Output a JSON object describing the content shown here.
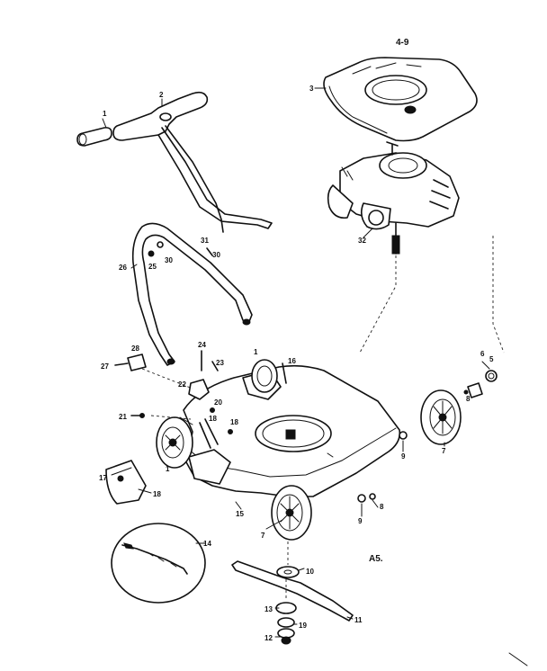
{
  "diagram": {
    "top_ref": "4-9",
    "page_code": "A5.",
    "callouts": {
      "handle_grip": "1",
      "upper_handle": "2",
      "shroud": "3",
      "engine": "32",
      "bolt_a": "31",
      "bolt_b": "30",
      "lower_handle": "26",
      "clip": "25",
      "bolt_c": "30",
      "bracket_bolt": "27",
      "bracket": "28",
      "spring": "24",
      "screw_23": "23",
      "plate_22": "22",
      "bolt_21": "21",
      "rear_wheel_top": "1",
      "adjuster": "16",
      "front_stud": "18",
      "deck_bolt": "18",
      "link_20": "20",
      "wheel_left": "1",
      "door_17": "17",
      "door_18": "18",
      "deck": "15",
      "blade_inset": "14",
      "wheel_front": "7",
      "washer_8": "8",
      "nut_9": "9",
      "nut_9b": "9",
      "washer_8b": "8",
      "wheel_right": "7",
      "cap_5": "5",
      "axle_6": "6",
      "adapter_10": "10",
      "blade_11": "11",
      "washer_13": "13",
      "lockwasher_19": "19",
      "bolt_12": "12"
    }
  }
}
